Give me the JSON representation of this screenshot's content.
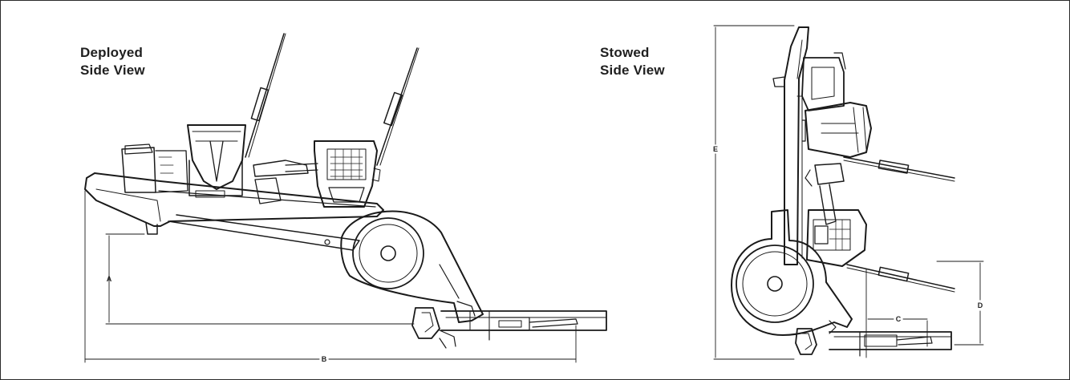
{
  "deployed_view": {
    "title_line1": "Deployed",
    "title_line2": "Side View"
  },
  "stowed_view": {
    "title_line1": "Stowed",
    "title_line2": "Side View"
  },
  "dimensions": {
    "a": "A",
    "b": "B",
    "c": "C",
    "d": "D",
    "e": "E"
  },
  "colors": {
    "line": "#1a1a1a",
    "frame": "#2a2a2a",
    "background": "#ffffff"
  }
}
